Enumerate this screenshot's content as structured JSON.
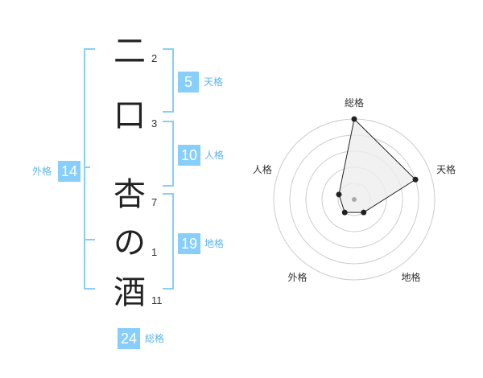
{
  "name_chars": [
    {
      "char": "二",
      "strokes": "2"
    },
    {
      "char": "口",
      "strokes": "3"
    },
    {
      "char": "杏",
      "strokes": "7"
    },
    {
      "char": "の",
      "strokes": "1"
    },
    {
      "char": "酒",
      "strokes": "11"
    }
  ],
  "scores": {
    "tenkaku": {
      "value": "5",
      "label": "天格"
    },
    "jinkaku": {
      "value": "10",
      "label": "人格"
    },
    "chikaku": {
      "value": "19",
      "label": "地格"
    },
    "gaikaku": {
      "value": "14",
      "label": "外格"
    },
    "soukaku": {
      "value": "24",
      "label": "総格"
    }
  },
  "chart_data": {
    "type": "radar",
    "axes": [
      "総格",
      "天格",
      "地格",
      "外格",
      "人格"
    ],
    "values": [
      5,
      4,
      1,
      1,
      1
    ],
    "max": 5,
    "rings": 5,
    "colors": {
      "line": "#222222",
      "fill": "#eeeeee",
      "ring": "#cccccc",
      "center": "#aaaaaa"
    }
  }
}
